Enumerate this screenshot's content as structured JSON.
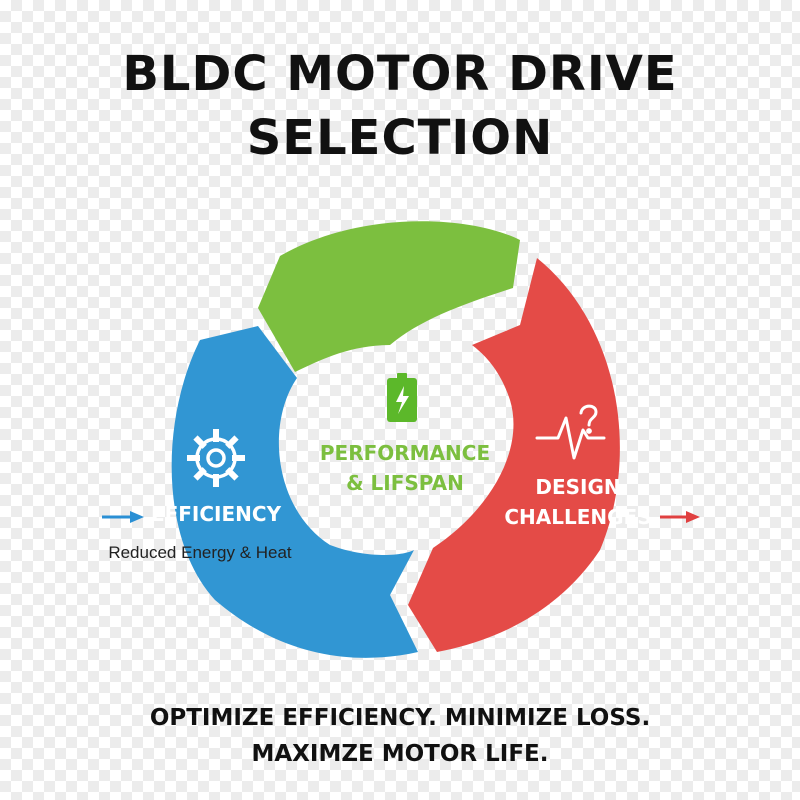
{
  "title": {
    "line1": "BLDC MOTOR DRIVE",
    "line2": "SELECTION"
  },
  "cycle": {
    "segments": [
      {
        "label": "EFFICIENCY",
        "sublabel": "Reduced Energy & Heat",
        "color": "#3196d3",
        "icon": "gear-icon"
      },
      {
        "label_line1": "PERFORMANCE",
        "label_line2": "& LIFSPAN",
        "color": "#7cbf3f",
        "icon": "battery-icon"
      },
      {
        "label_line1": "DESIGN",
        "label_line2": "CHALLENGES",
        "color": "#e44b47",
        "icon": "waveform-question-icon"
      }
    ],
    "arrow_colors": {
      "left": "#2a8fd4",
      "right": "#e04040"
    }
  },
  "tagline": {
    "line1": "OPTIMIZE EFFICIENCY. MINIMIZE LOSS.",
    "line2": "MAXIMZE MOTOR LIFE."
  }
}
